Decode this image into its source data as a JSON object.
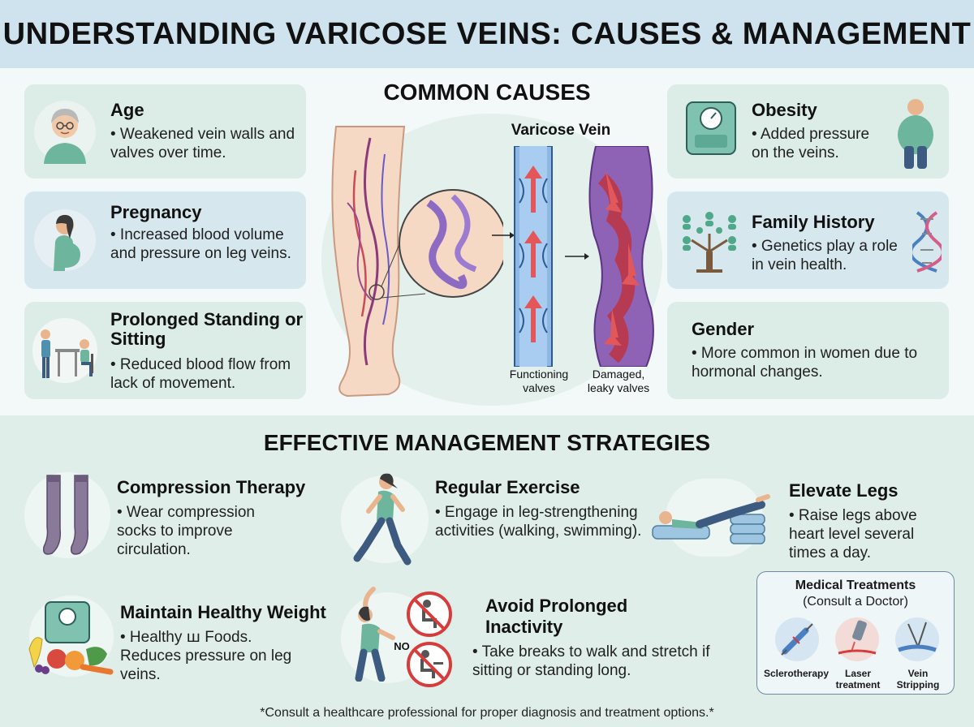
{
  "title": "UNDERSTANDING VARICOSE VEINS: CAUSES & MANAGEMENT",
  "causes": {
    "heading": "COMMON CAUSES",
    "age": {
      "title": "Age",
      "text": "• Weakened vein walls and valves over time."
    },
    "pregnancy": {
      "title": "Pregnancy",
      "text": "• Increased blood volume and pressure on leg veins."
    },
    "standing": {
      "title": "Prolonged Standing or Sitting",
      "text": "• Reduced blood flow from lack of movement."
    },
    "obesity": {
      "title": "Obesity",
      "text": "• Added pressure on the veins."
    },
    "family": {
      "title": "Family History",
      "text": "• Genetics play a role in vein health."
    },
    "gender": {
      "title": "Gender",
      "text": "• More common in women due to hormonal changes."
    }
  },
  "diagram": {
    "label": "Varicose Vein",
    "functioning": "Functioning valves",
    "damaged": "Damaged, leaky valves"
  },
  "management": {
    "heading": "EFFECTIVE MANAGEMENT STRATEGIES",
    "compression": {
      "title": "Compression Therapy",
      "text": "• Wear compression socks to improve circulation."
    },
    "exercise": {
      "title": "Regular Exercise",
      "text": "• Engage in leg-strengthening activities (walking, swimming)."
    },
    "elevate": {
      "title": "Elevate Legs",
      "text": "• Raise legs above heart level several times a day."
    },
    "weight": {
      "title": "Maintain Healthy Weight",
      "text": "• Healthy ꟺ Foods. Reduces pressure on leg veins."
    },
    "inactivity": {
      "title": "Avoid Prolonged Inactivity",
      "text": "• Take breaks to walk and stretch if sitting or standing long.",
      "no_label": "NO"
    }
  },
  "medical": {
    "title": "Medical Treatments",
    "subtitle": "(Consult a Doctor)",
    "items": [
      "Sclerotherapy",
      "Laser treatment",
      "Vein Stripping"
    ]
  },
  "footnote": "*Consult a healthcare professional for proper diagnosis and treatment options.*",
  "colors": {
    "header": "#cfe3ee",
    "card_green": "#dcece6",
    "card_blue": "#d6e8ee",
    "vein_blue": "#4a7fc1",
    "vein_purple": "#7a4f9c",
    "blood_red": "#d63c3c"
  }
}
